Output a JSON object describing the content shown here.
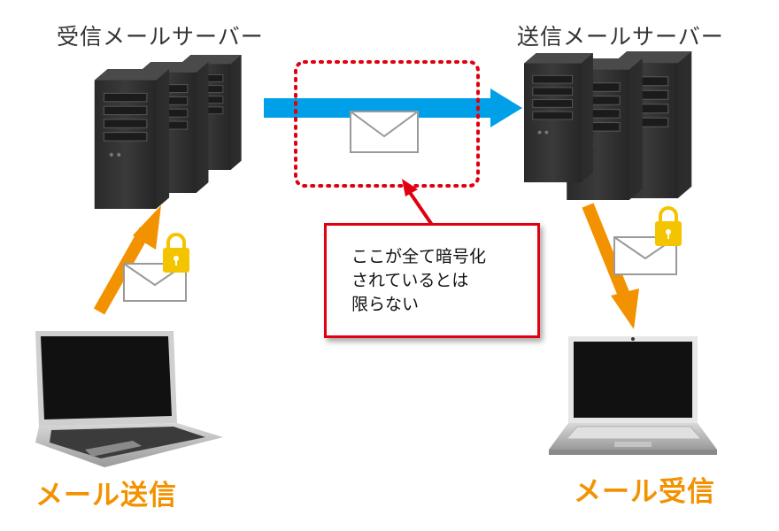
{
  "diagram": {
    "receiving_server_label": "受信メールサーバー",
    "sending_server_label": "送信メールサーバー",
    "send_label": "メール送信",
    "receive_label": "メール受信",
    "callout": {
      "lines": [
        "ここが全て暗号化",
        "されているとは",
        "限らない"
      ]
    },
    "colors": {
      "arrow_blue": "#00a0e9",
      "arrow_orange": "#f39200",
      "callout_red": "#e0000f",
      "lock_yellow": "#f5c400"
    }
  }
}
